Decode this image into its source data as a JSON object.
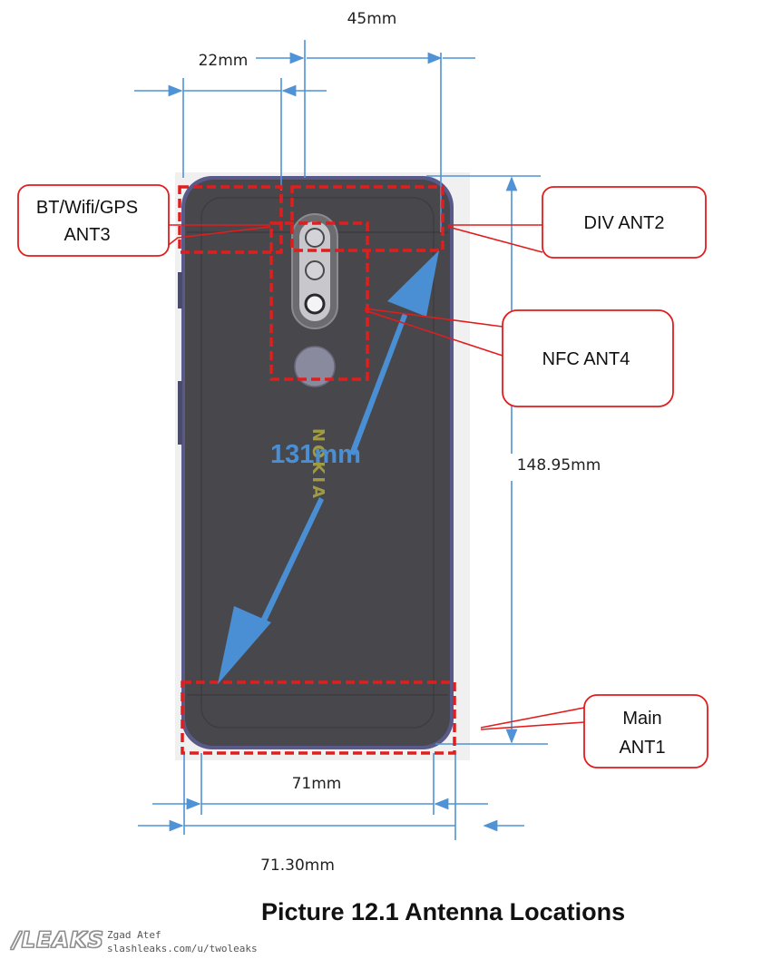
{
  "diagram": {
    "dimensions": {
      "top_width": "45mm",
      "camera_offset": "22mm",
      "height": "148.95mm",
      "diagonal": "131mm",
      "inner_width": "71mm",
      "outer_width": "71.30mm"
    },
    "callouts": {
      "ant3_line1": "BT/Wifi/GPS",
      "ant3_line2": "ANT3",
      "ant2": "DIV ANT2",
      "ant4": "NFC ANT4",
      "ant1_line1": "Main",
      "ant1_line2": "ANT1"
    },
    "phone_logo": "NOKIA",
    "caption": "Picture 12.1 Antenna Locations",
    "watermark": {
      "logo": "/LEAKS",
      "line1": "Zgad Atef",
      "line2": "slashleaks.com/u/twoleaks"
    },
    "colors": {
      "zone_outline": "#e11d1d",
      "callout_border": "#e11d1d",
      "dimension_line": "#4f93d6",
      "diagonal_arrow": "#4a8fd4",
      "phone_body": "#48484c",
      "phone_frame": "#5a5a8a"
    }
  }
}
